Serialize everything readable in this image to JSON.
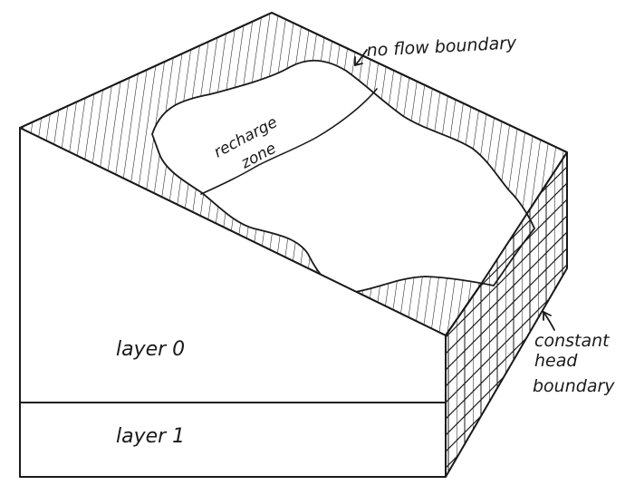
{
  "labels": {
    "layer_0": "layer 0",
    "layer_1": "layer 1",
    "recharge_line1": "recharge",
    "recharge_line2": "zone",
    "no_flow": "no flow boundary",
    "constant_line1": "constant",
    "constant_line2": "head",
    "constant_line3": "boundary"
  },
  "colors": {
    "ink": "#1a1a1a",
    "paper": "#ffffff"
  }
}
